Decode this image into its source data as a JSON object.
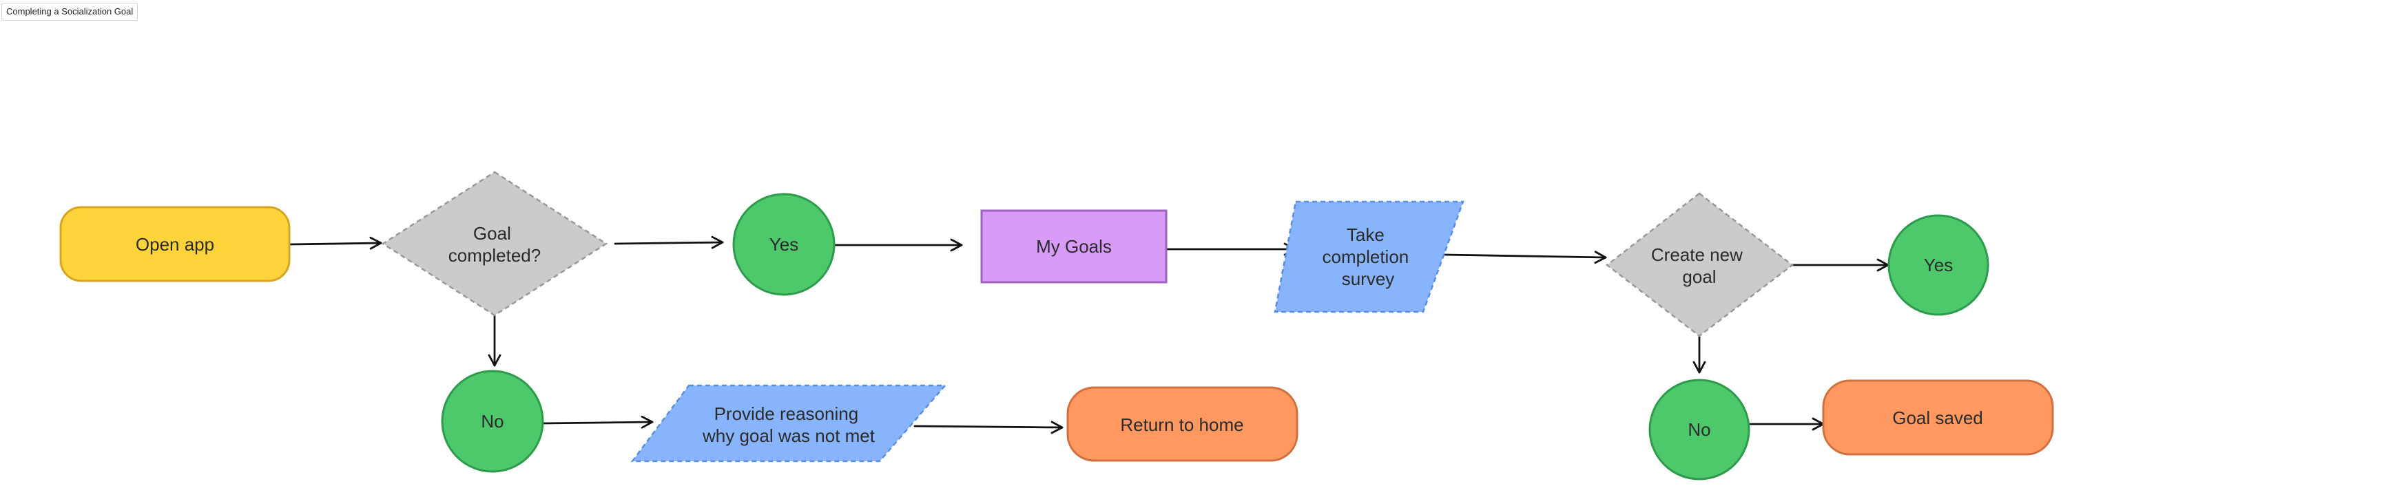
{
  "frame": {
    "label": "Completing a Socialization Goal"
  },
  "colors": {
    "terminal_fill": "#FFD43B",
    "terminal_stroke": "#D4A623",
    "decision_fill": "#CCCACA",
    "decision_stroke": "#9A9898",
    "circle_fill": "#4DC86B",
    "circle_stroke": "#2E9A4B",
    "process_fill": "#D89BF7",
    "process_stroke": "#A15FC4",
    "io_fill": "#87B4FB",
    "io_stroke": "#5A8DE0",
    "end_fill": "#FF9961",
    "end_stroke": "#D0703E",
    "arrow": "#111111"
  },
  "flowchart": {
    "nodes": {
      "open_app": {
        "shape": "terminal",
        "lines": [
          "Open app"
        ]
      },
      "goal_completed": {
        "shape": "decision",
        "lines": [
          "Goal",
          "completed?"
        ]
      },
      "yes_1": {
        "shape": "circle",
        "lines": [
          "Yes"
        ]
      },
      "my_goals": {
        "shape": "process",
        "lines": [
          "My Goals"
        ]
      },
      "take_survey": {
        "shape": "io",
        "lines": [
          "Take",
          "completion",
          "survey"
        ]
      },
      "create_new_goal": {
        "shape": "decision",
        "lines": [
          "Create new",
          "goal"
        ]
      },
      "yes_2": {
        "shape": "circle",
        "lines": [
          "Yes"
        ]
      },
      "no_1": {
        "shape": "circle",
        "lines": [
          "No"
        ]
      },
      "provide_reasoning": {
        "shape": "io",
        "lines": [
          "Provide reasoning",
          "why goal was not met"
        ]
      },
      "return_home": {
        "shape": "end",
        "lines": [
          "Return to home"
        ]
      },
      "no_2": {
        "shape": "circle",
        "lines": [
          "No"
        ]
      },
      "goal_saved": {
        "shape": "end",
        "lines": [
          "Goal saved"
        ]
      }
    },
    "edges": [
      {
        "from": "open_app",
        "to": "goal_completed"
      },
      {
        "from": "goal_completed",
        "to": "yes_1"
      },
      {
        "from": "yes_1",
        "to": "my_goals"
      },
      {
        "from": "my_goals",
        "to": "take_survey"
      },
      {
        "from": "take_survey",
        "to": "create_new_goal"
      },
      {
        "from": "create_new_goal",
        "to": "yes_2"
      },
      {
        "from": "goal_completed",
        "to": "no_1"
      },
      {
        "from": "no_1",
        "to": "provide_reasoning"
      },
      {
        "from": "provide_reasoning",
        "to": "return_home"
      },
      {
        "from": "create_new_goal",
        "to": "no_2"
      },
      {
        "from": "no_2",
        "to": "goal_saved"
      }
    ]
  }
}
